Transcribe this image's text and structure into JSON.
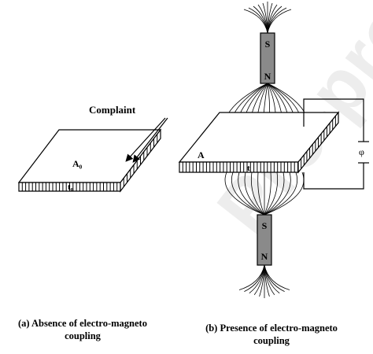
{
  "watermark": "Pre-proof",
  "panel_a": {
    "title": "Complaint",
    "area_label": "A₀",
    "thickness_label": "t₀",
    "caption_line1": "(a) Absence of electro-magneto",
    "caption_line2": "coupling"
  },
  "panel_b": {
    "upper_magnet": {
      "top_pole": "S",
      "bottom_pole": "N"
    },
    "lower_magnet": {
      "top_pole": "S",
      "bottom_pole": "N"
    },
    "area_label": "A",
    "thickness_label": "t",
    "potential_label": "φ",
    "caption_line1": "(b) Presence of electro-magneto",
    "caption_line2": "coupling"
  },
  "colors": {
    "magnet_fill": "#8a8a8a",
    "line": "#000000"
  }
}
